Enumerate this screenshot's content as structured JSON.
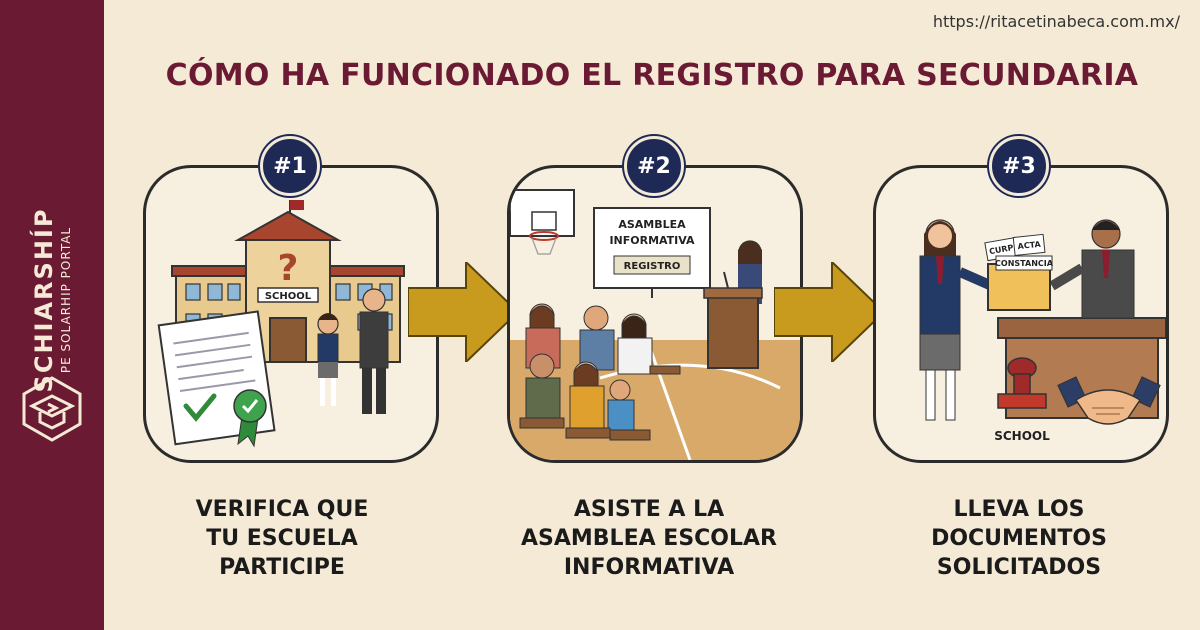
{
  "sidebar": {
    "brand_main": "SCHIARSHÍP",
    "brand_sub": "PE SOLARHIP PORTAL",
    "color": "#6b1a33"
  },
  "header": {
    "url": "https://ritacetinabeca.com.mx/",
    "title": "CÓMO HA FUNCIONADO EL REGISTRO PARA SECUNDARIA"
  },
  "steps": [
    {
      "badge": "#1",
      "caption_lines": [
        "VERIFICA QUE",
        "TU ESCUELA",
        "PARTICIPE"
      ],
      "school_sign": "SCHOOL"
    },
    {
      "badge": "#2",
      "caption_lines": [
        "ASISTE A LA",
        "ASAMBLEA ESCOLAR",
        "INFORMATIVA"
      ],
      "banner_line1": "ASAMBLEA",
      "banner_line2": "INFORMATIVA",
      "banner_tag": "REGISTRO"
    },
    {
      "badge": "#3",
      "caption_lines": [
        "LLEVA LOS",
        "DOCUMENTOS",
        "SOLICITADOS"
      ],
      "doc_labels": [
        "CURP",
        "ACTA",
        "CONSTANCIA"
      ],
      "school_label": "SCHOOL"
    }
  ],
  "colors": {
    "background": "#f4ead6",
    "badge": "#1e2a55",
    "arrow": "#c89a1e",
    "title": "#6b1a33"
  },
  "icons": [
    "graduation-cap-icon",
    "question-mark-icon",
    "checkmark-icon",
    "award-seal-icon",
    "handshake-icon",
    "stamp-icon"
  ]
}
